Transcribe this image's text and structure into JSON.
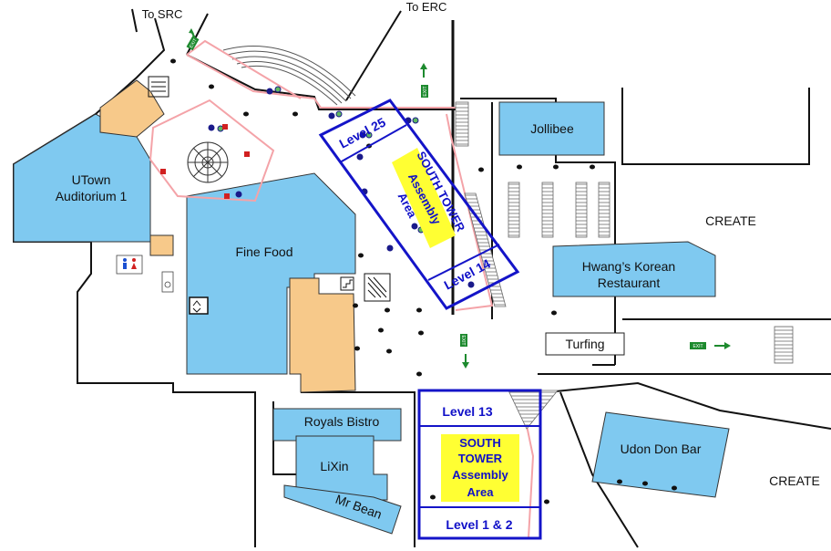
{
  "directions": {
    "to_src": "To SRC",
    "to_erc": "To ERC"
  },
  "venues": {
    "jollibee": "Jollibee",
    "create_1": "CREATE",
    "create_2": "CREATE",
    "utown_auditorium_line1": "UTown",
    "utown_auditorium_line2": "Auditorium 1",
    "fine_food": "Fine Food",
    "hwangs_line1": "Hwang’s Korean",
    "hwangs_line2": "Restaurant",
    "turfing": "Turfing",
    "royals_bistro": "Royals Bistro",
    "lixin": "LiXin",
    "mr_bean": "Mr Bean",
    "udon_don_bar": "Udon Don Bar"
  },
  "assembly_north": {
    "level_top": "Level 25",
    "level_bottom": "Level 14",
    "title_line1": "SOUTH TOWER",
    "title_line2": "Assembly",
    "title_line3": "Area"
  },
  "assembly_south": {
    "level_top": "Level 13",
    "level_bottom": "Level 1 & 2",
    "title_line1": "SOUTH",
    "title_line2": "TOWER",
    "title_line3": "Assembly",
    "title_line4": "Area"
  },
  "exit_sign": "EXIT",
  "colors": {
    "venue_fill": "#7fc9f0",
    "service_fill": "#f7c98a",
    "assembly_border": "#1414c8",
    "highlight": "#ffff33",
    "route_outline": "#f4a3a8",
    "exit_green": "#1d8a2e"
  }
}
